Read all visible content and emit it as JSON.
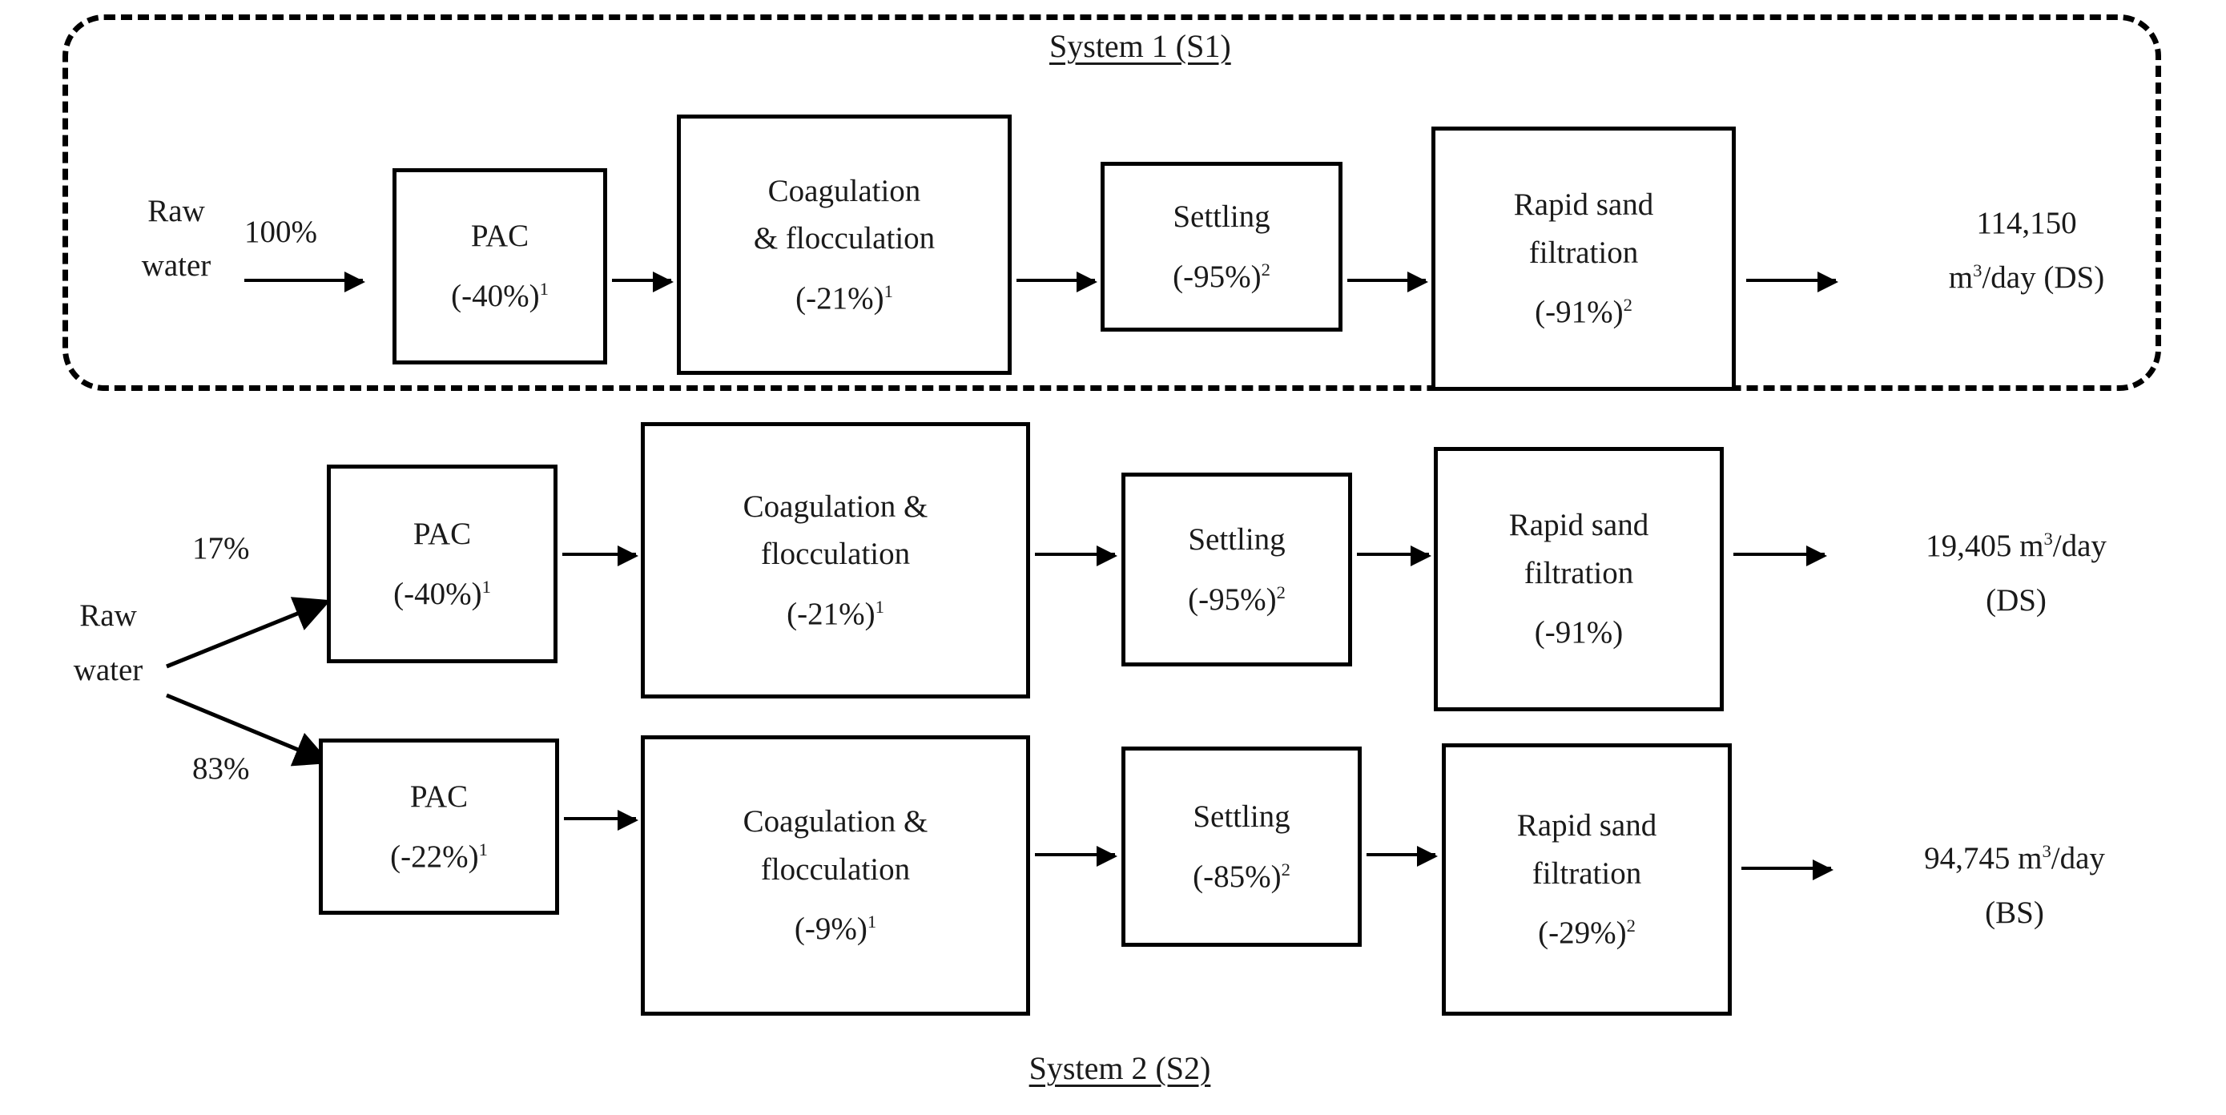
{
  "figure": {
    "system1_caption": "System 1 (S1)",
    "system2_caption": "System 2 (S2)"
  },
  "system1": {
    "source": {
      "line1": "Raw",
      "line2": "water"
    },
    "flow_label": "100%",
    "boxes": [
      {
        "name": "pac",
        "line1": "PAC",
        "line2_prefix": "(-40%)",
        "line2_sup": "1"
      },
      {
        "name": "coagulation-flocculation",
        "line1": "Coagulation",
        "line2": "& flocculation",
        "line3_prefix": "(-21%)",
        "line3_sup": "1"
      },
      {
        "name": "settling",
        "line1": "Settling",
        "line2_prefix": "(-95%)",
        "line2_sup": "2"
      },
      {
        "name": "rapid-sand-filtration",
        "line1": "Rapid sand",
        "line2": "filtration",
        "line3_prefix": "(-91%)",
        "line3_sup": "2"
      }
    ],
    "output": {
      "line1": "114,150",
      "line2_prefix": "m",
      "line2_sup": "3",
      "line2_suffix": "/day (DS)"
    }
  },
  "system2": {
    "source": {
      "line1": "Raw",
      "line2": "water"
    },
    "branches": [
      {
        "name": "drinking-stream",
        "flow_label": "17%",
        "boxes": [
          {
            "name": "pac",
            "line1": "PAC",
            "line2_prefix": "(-40%)",
            "line2_sup": "1"
          },
          {
            "name": "coagulation-flocculation",
            "line1": "Coagulation &",
            "line2": "flocculation",
            "line3_prefix": "(-21%)",
            "line3_sup": "1"
          },
          {
            "name": "settling",
            "line1": "Settling",
            "line2_prefix": "(-95%)",
            "line2_sup": "2"
          },
          {
            "name": "rapid-sand-filtration",
            "line1": "Rapid sand",
            "line2": "filtration",
            "line3_prefix": "(-91%)",
            "line3_sup": ""
          }
        ],
        "output": {
          "line1_prefix": "19,405 m",
          "line1_sup": "3",
          "line1_suffix": "/day",
          "line2": "(DS)"
        }
      },
      {
        "name": "bathing-stream",
        "flow_label": "83%",
        "boxes": [
          {
            "name": "pac",
            "line1": "PAC",
            "line2_prefix": "(-22%)",
            "line2_sup": "1"
          },
          {
            "name": "coagulation-flocculation",
            "line1": "Coagulation &",
            "line2": "flocculation",
            "line3_prefix": "(-9%)",
            "line3_sup": "1"
          },
          {
            "name": "settling",
            "line1": "Settling",
            "line2_prefix": "(-85%)",
            "line2_sup": "2"
          },
          {
            "name": "rapid-sand-filtration",
            "line1": "Rapid sand",
            "line2": "filtration",
            "line3_prefix": "(-29%)",
            "line3_sup": "2"
          }
        ],
        "output": {
          "line1_prefix": "94,745 m",
          "line1_sup": "3",
          "line1_suffix": "/day",
          "line2": "(BS)"
        }
      }
    ]
  }
}
